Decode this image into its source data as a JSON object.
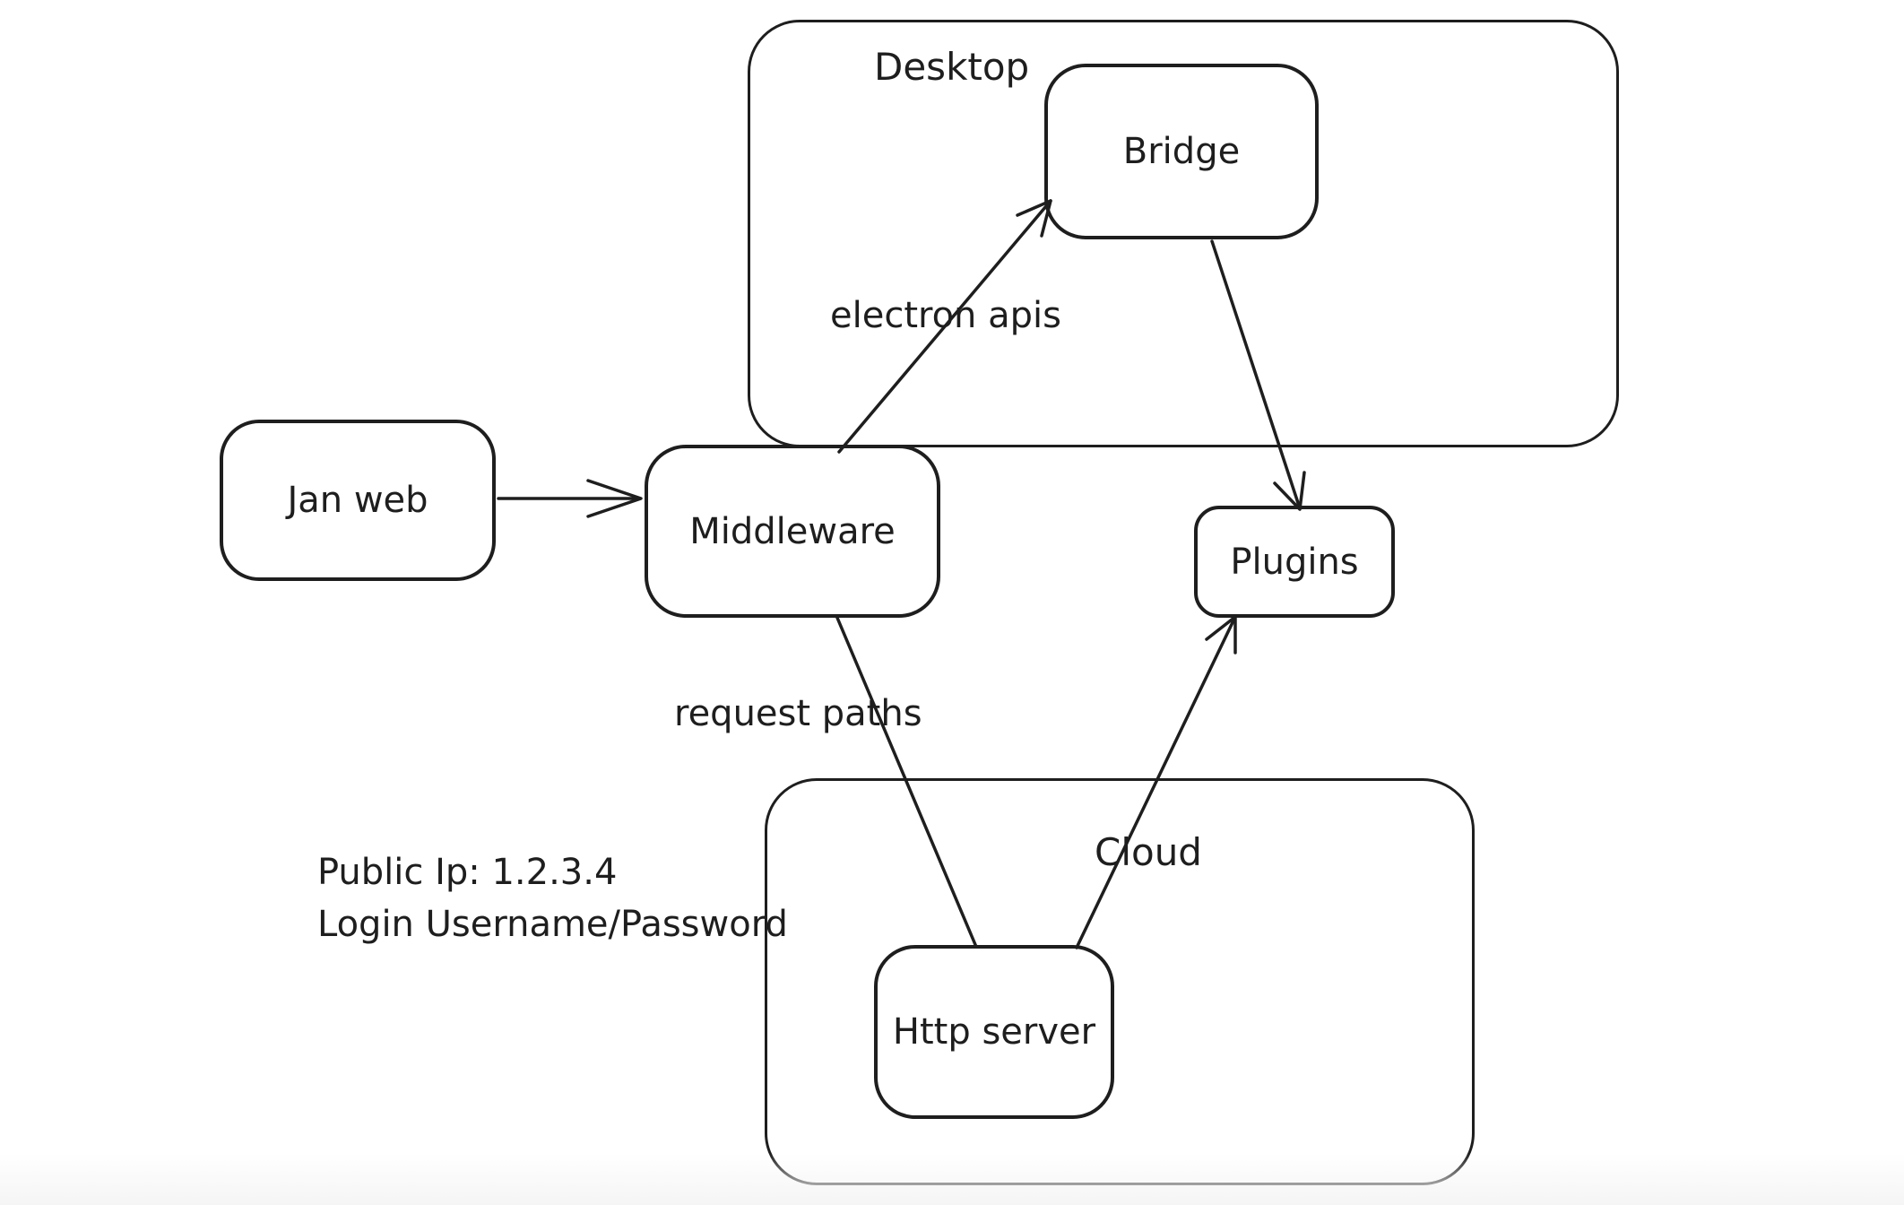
{
  "canvas": {
    "colors": {
      "stroke": "#1e1e1e",
      "text": "#1e1e1e",
      "background": "#ffffff",
      "bottom_fade": "#f5f5f6"
    }
  },
  "containers": {
    "desktop": {
      "label": "Desktop"
    },
    "cloud": {
      "label": "Cloud"
    }
  },
  "nodes": {
    "jan_web": {
      "label": "Jan web"
    },
    "middleware": {
      "label": "Middleware"
    },
    "bridge": {
      "label": "Bridge"
    },
    "plugins": {
      "label": "Plugins"
    },
    "http_server": {
      "label": "Http server"
    }
  },
  "edges": [
    {
      "id": "jan-web-to-middleware",
      "from": "Jan web",
      "to": "Middleware",
      "label": ""
    },
    {
      "id": "middleware-to-bridge",
      "from": "Middleware",
      "to": "Bridge",
      "label": "electron apis"
    },
    {
      "id": "bridge-to-plugins",
      "from": "Bridge",
      "to": "Plugins",
      "label": ""
    },
    {
      "id": "middleware-to-http-server",
      "from": "Middleware",
      "to": "Http server",
      "label": "request paths"
    },
    {
      "id": "http-server-to-plugins",
      "from": "Http server",
      "to": "Plugins",
      "label": ""
    }
  ],
  "edge_labels": {
    "electron_apis": "electron apis",
    "request_paths": "request paths"
  },
  "annotations": {
    "public_ip": "Public Ip: 1.2.3.4",
    "login": "Login Username/Password"
  }
}
